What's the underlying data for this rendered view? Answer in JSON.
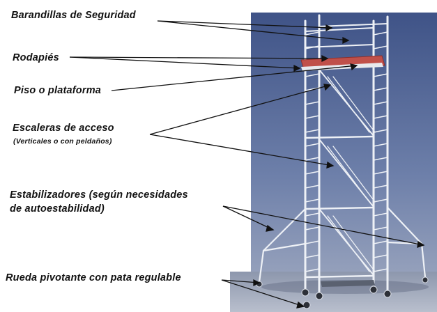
{
  "labels": {
    "barandillas": "Barandillas de Seguridad",
    "rodapies": "Rodapiés",
    "piso": "Piso o plataforma",
    "escaleras": "Escaleras de acceso",
    "escaleras_sub": "(Verticales o con peldaños)",
    "estabilizadores_1": "Estabilizadores (según necesidades",
    "estabilizadores_2": "de autoestabilidad)",
    "rueda": "Rueda pivotante con pata regulable"
  },
  "colors": {
    "background": "#ffffff",
    "photo_backdrop_top": "#5a6e9e",
    "photo_backdrop_bottom": "#9aa6bf",
    "scaffold_metal": "#e6e9ef",
    "toe_board": "#c0504a",
    "arrow": "#111111"
  }
}
